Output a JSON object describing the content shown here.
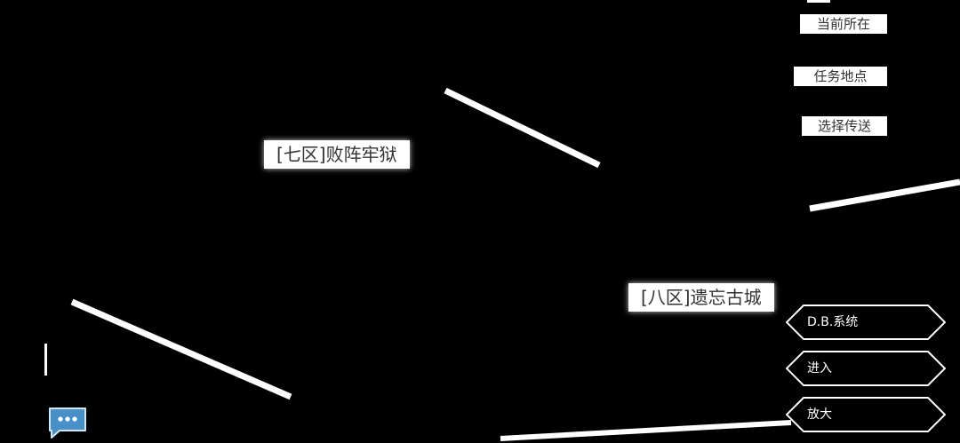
{
  "map": {
    "regions": [
      {
        "id": "zone7",
        "label": "[七区]败阵牢狱"
      },
      {
        "id": "zone8",
        "label": "[八区]遗忘古城"
      }
    ]
  },
  "top_menu": {
    "current_location": "当前所在",
    "quest_location": "任务地点",
    "select_teleport": "选择传送"
  },
  "actions": {
    "db_system": "D.B.系统",
    "enter": "进入",
    "zoom_in": "放大"
  },
  "icons": {
    "chat": "chat-bubble-icon"
  },
  "colors": {
    "background": "#000000",
    "route_line": "#ffffff",
    "label_bg": "#ffffff",
    "label_text": "#333333",
    "chat_icon": "#4a90c8"
  }
}
